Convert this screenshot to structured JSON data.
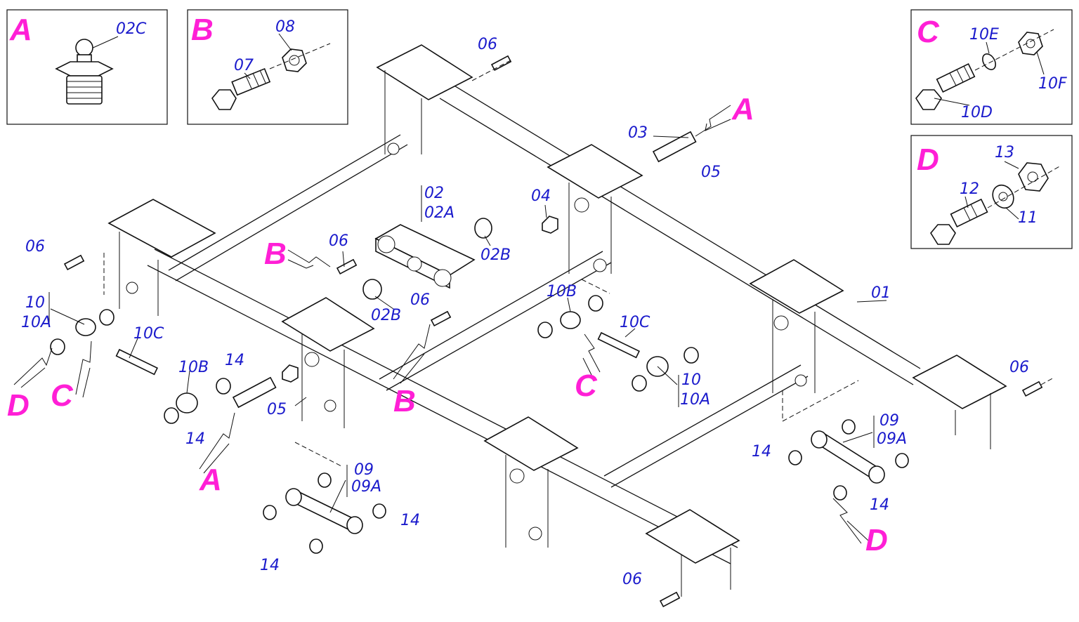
{
  "detail_boxes": [
    {
      "letter": "A",
      "labels": [
        "02C"
      ]
    },
    {
      "letter": "B",
      "labels": [
        "08",
        "07"
      ]
    },
    {
      "letter": "C",
      "labels": [
        "10E",
        "10F",
        "10D"
      ]
    },
    {
      "letter": "D",
      "labels": [
        "13",
        "12",
        "11"
      ]
    }
  ],
  "part_labels": {
    "p06a": "06",
    "p03": "03",
    "p05a": "05",
    "p04": "04",
    "p02": "02",
    "p02A": "02A",
    "p02Ba": "02B",
    "p02Bb": "02B",
    "p06b": "06",
    "p06c": "06",
    "p06d": "06",
    "p06e": "06",
    "p06f": "06",
    "p10a": "10",
    "p10Aa": "10A",
    "p10Ca": "10C",
    "p10Ba": "10B",
    "p14a": "14",
    "p14b": "14",
    "p05b": "05",
    "p10Bb": "10B",
    "p10Cb": "10C",
    "p10b": "10",
    "p10Ab": "10A",
    "p01": "01",
    "p09a": "09",
    "p09Aa": "09A",
    "p09b": "09",
    "p09Ab": "09A",
    "p14c": "14",
    "p14d": "14",
    "p14e": "14",
    "p14f": "14"
  },
  "callouts": {
    "cA1": "A",
    "cB1": "B",
    "cD1": "D",
    "cC1": "C",
    "cA2": "A",
    "cB2": "B",
    "cC2": "C",
    "cD2": "D"
  },
  "colors": {
    "part_label": "#1a1acc",
    "callout": "#ff1fd6",
    "line": "#111111"
  }
}
